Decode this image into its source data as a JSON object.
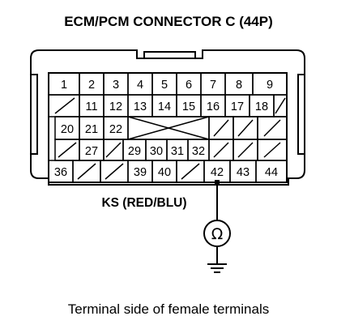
{
  "title": "ECM/PCM CONNECTOR C (44P)",
  "probe_label": "KS (RED/BLU)",
  "meter_symbol": "Ω",
  "caption": "Terminal side of female terminals",
  "connector": {
    "rows": [
      {
        "cells": [
          {
            "pin": "1"
          },
          {
            "pin": "2"
          },
          {
            "pin": "3"
          },
          {
            "pin": "4"
          },
          {
            "pin": "5"
          },
          {
            "pin": "6"
          },
          {
            "pin": "7"
          },
          {
            "pin": "8"
          },
          {
            "pin": "9"
          }
        ]
      },
      {
        "cells": [
          {
            "pin": ""
          },
          {
            "pin": "11"
          },
          {
            "pin": "12"
          },
          {
            "pin": "13"
          },
          {
            "pin": "14"
          },
          {
            "pin": "15"
          },
          {
            "pin": "16"
          },
          {
            "pin": "17"
          },
          {
            "pin": "18"
          },
          {
            "pin": ""
          }
        ]
      },
      {
        "cells": [
          {
            "pin": "20"
          },
          {
            "pin": "21"
          },
          {
            "pin": "22"
          },
          {
            "pin": ""
          },
          {
            "pin": ""
          },
          {
            "pin": ""
          }
        ]
      },
      {
        "cells": [
          {
            "pin": ""
          },
          {
            "pin": "27"
          },
          {
            "pin": ""
          },
          {
            "pin": "29"
          },
          {
            "pin": "30"
          },
          {
            "pin": "31"
          },
          {
            "pin": "32"
          },
          {
            "pin": ""
          },
          {
            "pin": ""
          },
          {
            "pin": ""
          }
        ]
      },
      {
        "cells": [
          {
            "pin": "36"
          },
          {
            "pin": ""
          },
          {
            "pin": ""
          },
          {
            "pin": "39"
          },
          {
            "pin": "40"
          },
          {
            "pin": ""
          },
          {
            "pin": "42",
            "probed": true
          },
          {
            "pin": "43"
          },
          {
            "pin": "44"
          }
        ]
      }
    ]
  }
}
